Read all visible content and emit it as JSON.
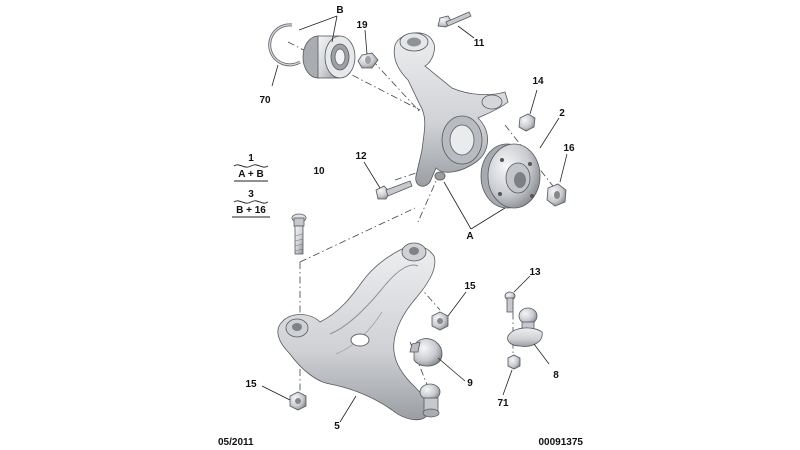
{
  "callouts": {
    "b": "B",
    "c19": "19",
    "c11": "11",
    "c70": "70",
    "c14": "14",
    "c2": "2",
    "c16": "16",
    "c12": "12",
    "c10": "10",
    "a": "A",
    "c13": "13",
    "c15_right": "15",
    "c8": "8",
    "c9": "9",
    "c71": "71",
    "c15_left": "15",
    "c5": "5"
  },
  "legend": {
    "item1": {
      "ref": "1",
      "formula": "A + B"
    },
    "item3": {
      "ref": "3",
      "formula": "B + 16"
    }
  },
  "footer": {
    "date": "05/2011",
    "code": "00091375"
  },
  "colors": {
    "part_light": "#e9eaec",
    "part_mid": "#c9cbcf",
    "part_dark": "#8d9196",
    "line": "#222222"
  }
}
